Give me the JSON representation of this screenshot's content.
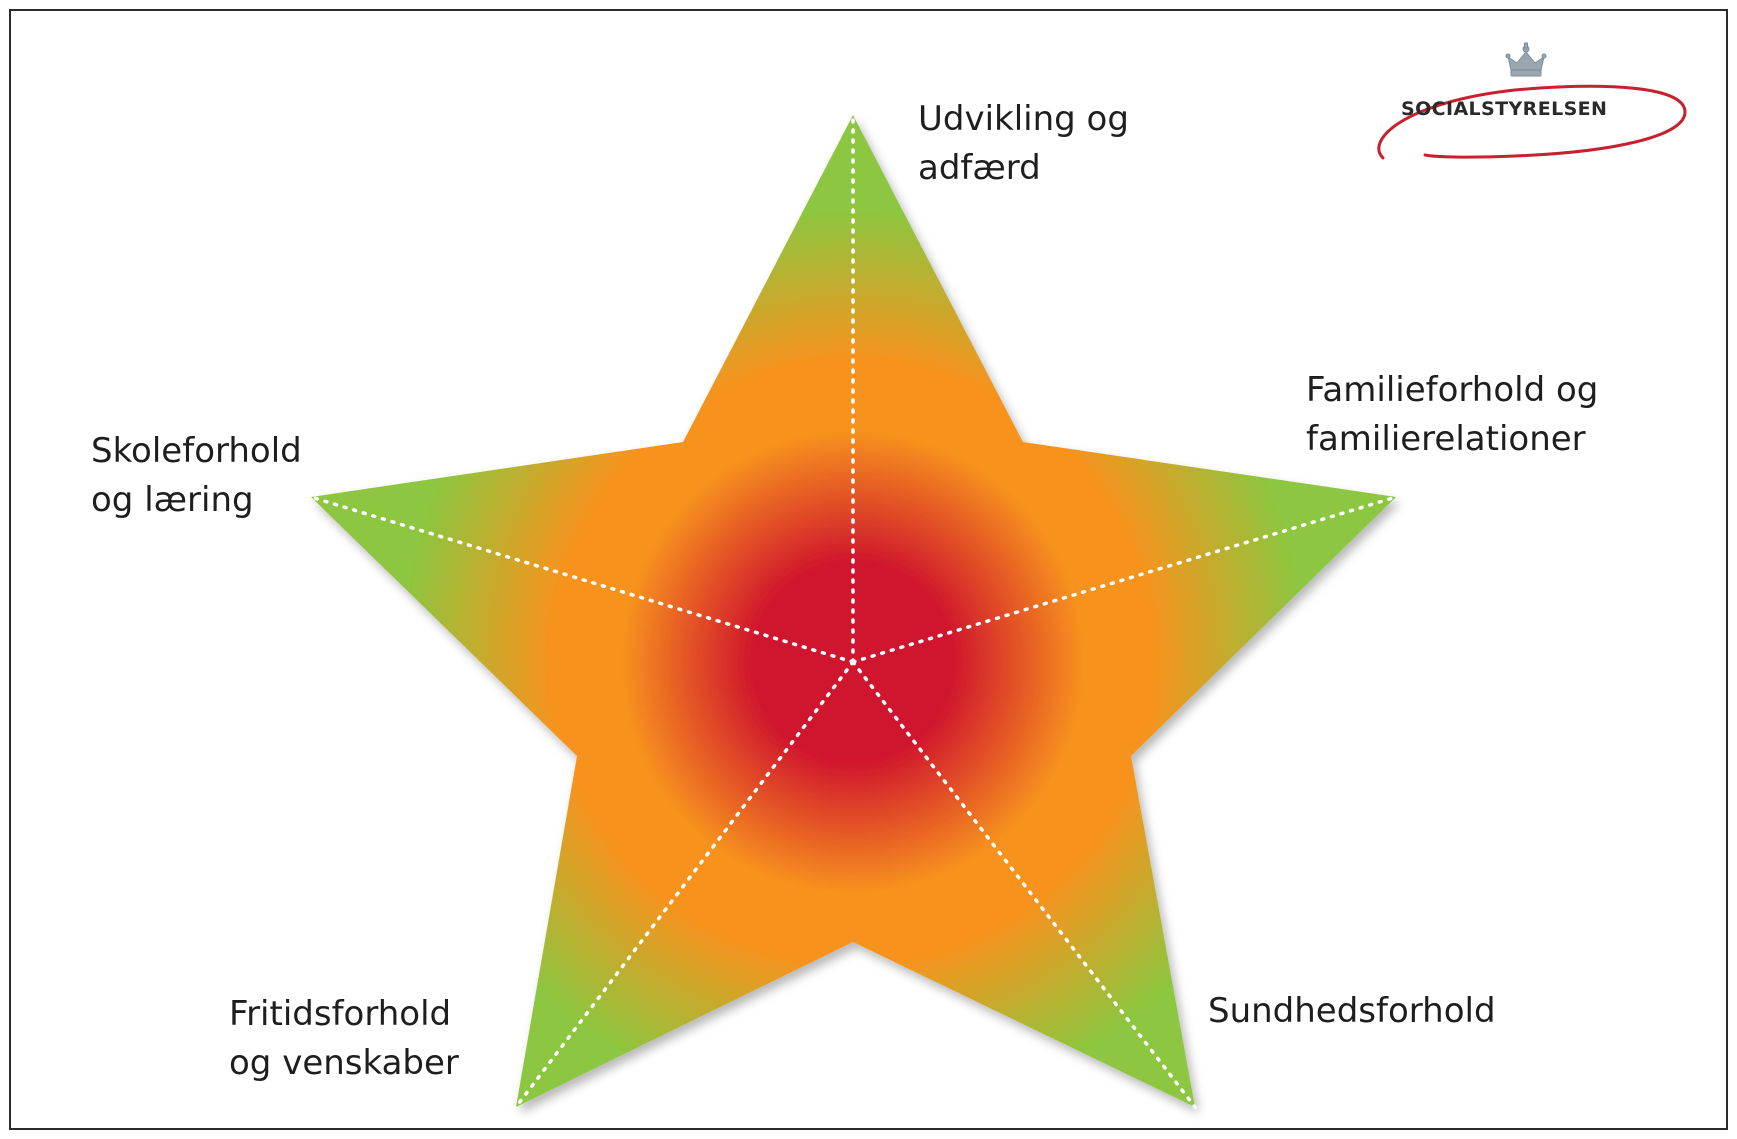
{
  "diagram": {
    "center_label": "",
    "points": [
      {
        "id": "udvikling",
        "lines": [
          "Udvikling og",
          "adfærd"
        ]
      },
      {
        "id": "familie",
        "lines": [
          "Familieforhold og",
          "familierelationer"
        ]
      },
      {
        "id": "sundhed",
        "lines": [
          "Sundhedsforhold"
        ]
      },
      {
        "id": "fritid",
        "lines": [
          "Fritidsforhold",
          "og venskaber"
        ]
      },
      {
        "id": "skole",
        "lines": [
          "Skoleforhold",
          "og læring"
        ]
      }
    ],
    "colors": {
      "center": "#d0152e",
      "middle": "#f7931e",
      "tips": "#8dc63f",
      "dotted_lines": "#ffffff"
    }
  },
  "logo": {
    "text": "SOCIALSTYRELSEN",
    "crown_icon": "crown-icon",
    "swoosh_color": "#c8202f"
  }
}
